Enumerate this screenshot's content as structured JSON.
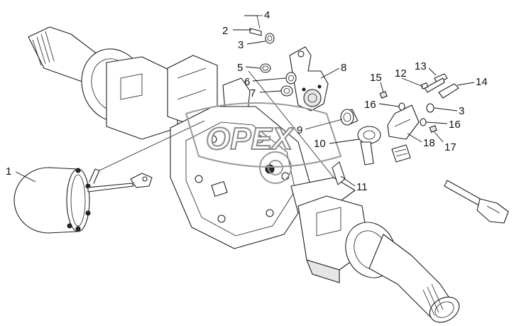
{
  "callouts": [
    {
      "id": "1",
      "text": "1"
    },
    {
      "id": "2",
      "text": "2"
    },
    {
      "id": "3a",
      "text": "3"
    },
    {
      "id": "3b",
      "text": "3"
    },
    {
      "id": "4",
      "text": "4"
    },
    {
      "id": "5",
      "text": "5"
    },
    {
      "id": "6",
      "text": "6"
    },
    {
      "id": "7",
      "text": "7"
    },
    {
      "id": "8",
      "text": "8"
    },
    {
      "id": "9",
      "text": "9"
    },
    {
      "id": "10",
      "text": "10"
    },
    {
      "id": "11",
      "text": "11"
    },
    {
      "id": "12",
      "text": "12"
    },
    {
      "id": "13",
      "text": "13"
    },
    {
      "id": "14",
      "text": "14"
    },
    {
      "id": "15",
      "text": "15"
    },
    {
      "id": "16a",
      "text": "16"
    },
    {
      "id": "16b",
      "text": "16"
    },
    {
      "id": "17",
      "text": "17"
    },
    {
      "id": "18",
      "text": "18"
    }
  ],
  "watermark": {
    "text": "OPEX"
  },
  "colors": {
    "line": "#1e1e1e",
    "watermark": "#9a9a9a",
    "background": "#ffffff"
  }
}
